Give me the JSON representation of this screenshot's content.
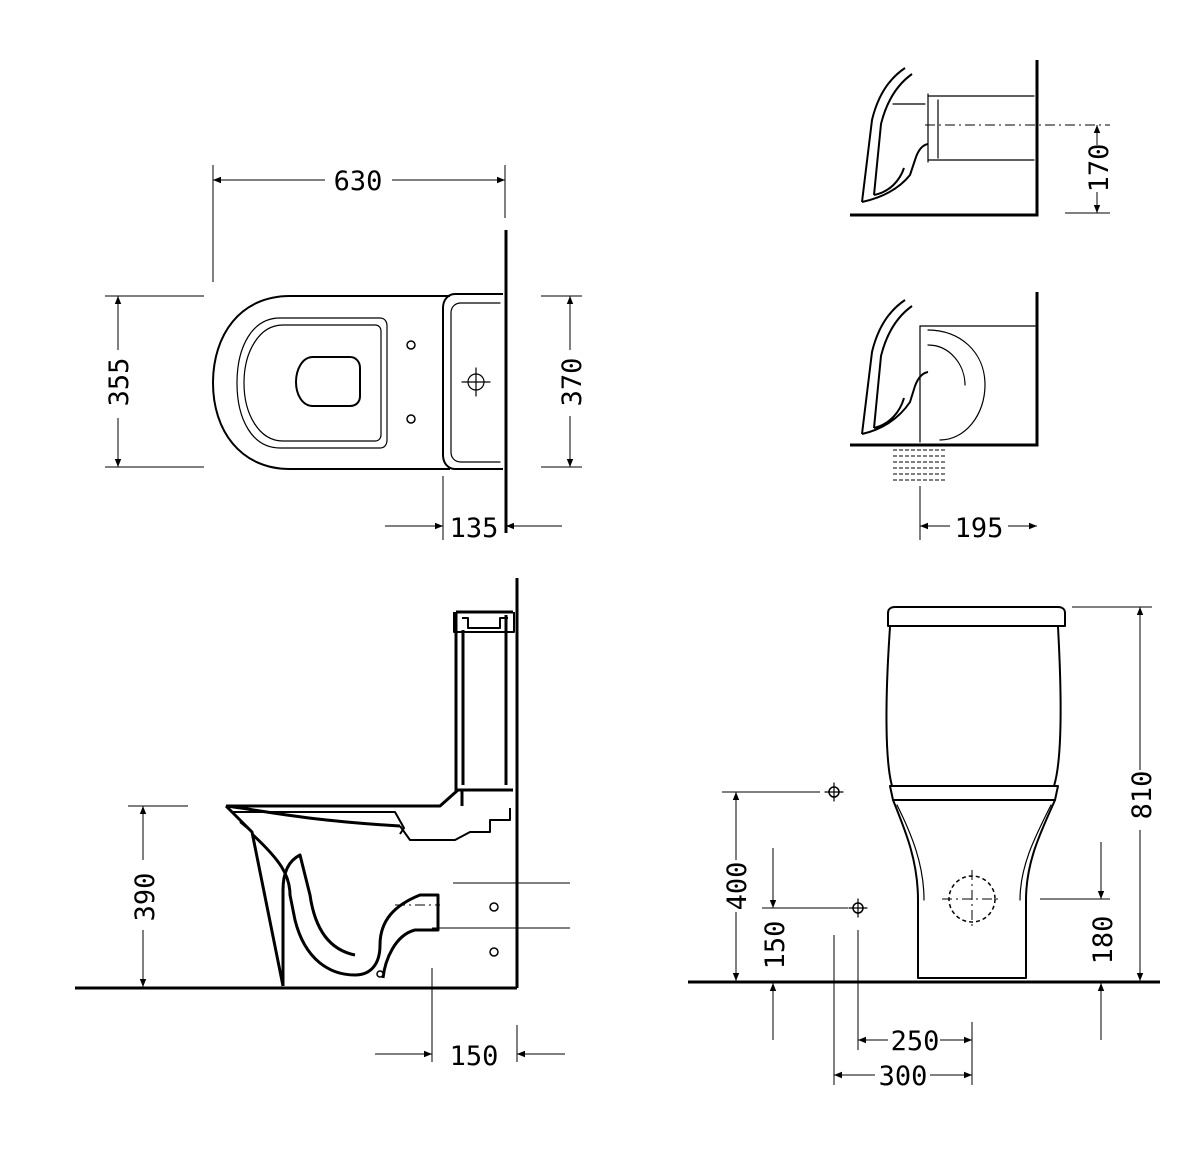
{
  "dimensions": {
    "top_width": "630",
    "top_depth_bowl": "355",
    "top_depth_cistern": "370",
    "top_wall_offset": "135",
    "outlet_horizontal_height": "170",
    "outlet_vertical_offset": "195",
    "side_seat_height": "390",
    "side_outlet_wall": "150",
    "front_total_height": "810",
    "front_inlet_height": "400",
    "front_inlet_low": "150",
    "front_outlet_height": "180",
    "front_inlet_offset_1": "250",
    "front_inlet_offset_2": "300"
  },
  "colors": {
    "line": "#000000",
    "background": "#ffffff"
  }
}
